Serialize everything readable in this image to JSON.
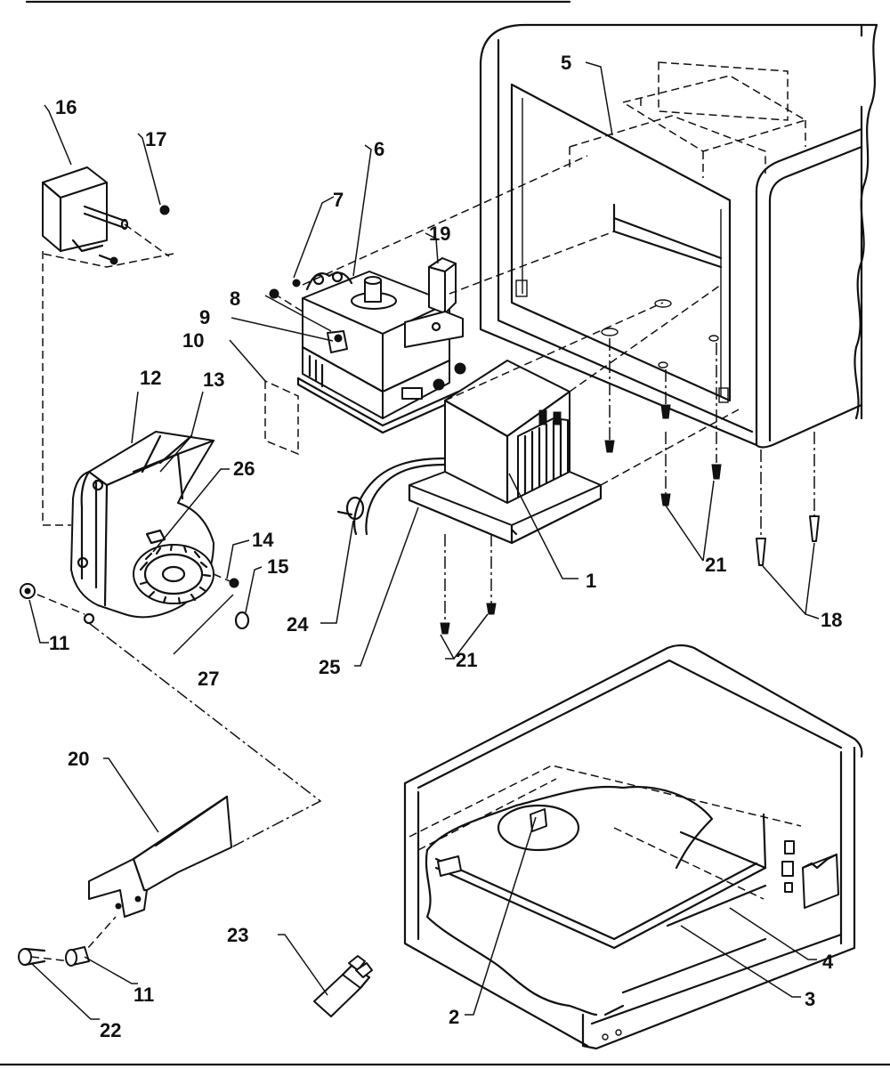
{
  "diagram": {
    "callouts": {
      "c1": "1",
      "c2": "2",
      "c3": "3",
      "c4": "4",
      "c5": "5",
      "c6": "6",
      "c7": "7",
      "c8": "8",
      "c9": "9",
      "c10": "10",
      "c11a": "11",
      "c11b": "11",
      "c12": "12",
      "c13": "13",
      "c14": "14",
      "c15": "15",
      "c16": "16",
      "c17": "17",
      "c18": "18",
      "c19": "19",
      "c20": "20",
      "c21a": "21",
      "c21b": "21",
      "c22": "22",
      "c23": "23",
      "c24": "24",
      "c25": "25",
      "c26": "26",
      "c27": "27"
    }
  }
}
